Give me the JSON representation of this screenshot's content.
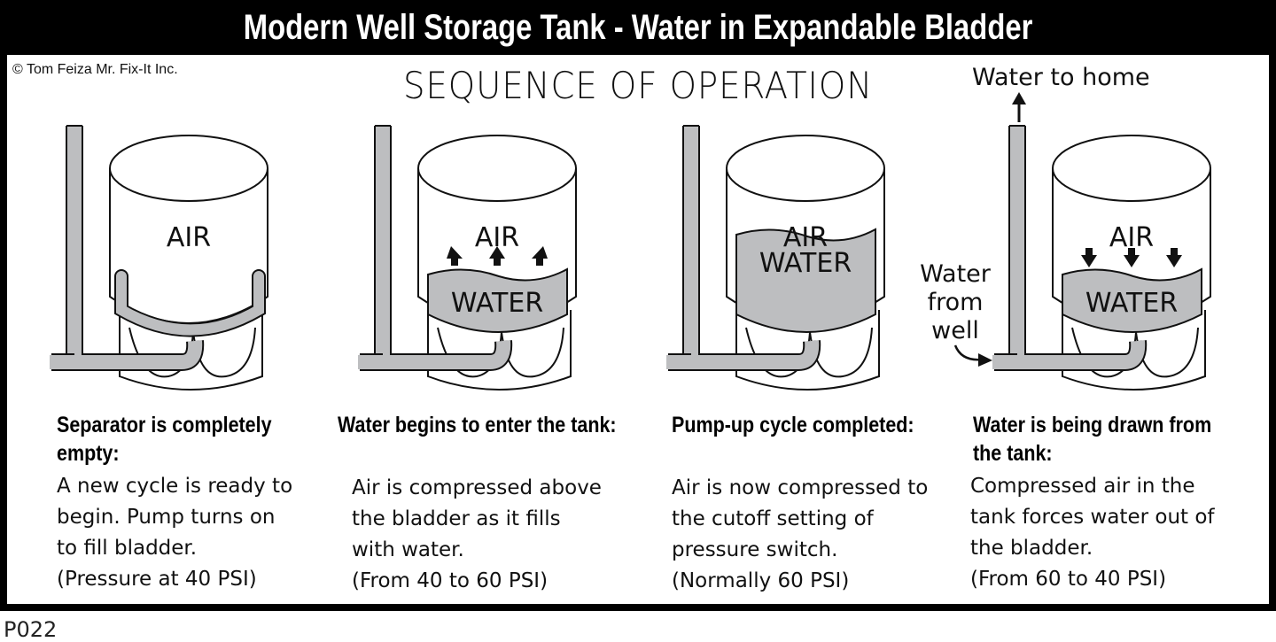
{
  "title": "Modern Well Storage Tank - Water in Expandable Bladder",
  "copyright": "© Tom Feiza Mr. Fix-It Inc.",
  "heading": "SEQUENCE OF OPERATION",
  "labels": {
    "water_to_home": "Water to home",
    "water_from_well": [
      "Water",
      "from",
      "well"
    ]
  },
  "tanks": [
    {
      "air": "AIR",
      "water": "",
      "water_fill": 0,
      "arrows": "none"
    },
    {
      "air": "AIR",
      "water": "WATER",
      "water_fill": 0.4,
      "arrows": "up"
    },
    {
      "air": "AIR",
      "water": "WATER",
      "water_fill": 0.7,
      "arrows": "none"
    },
    {
      "air": "AIR",
      "water": "WATER",
      "water_fill": 0.4,
      "arrows": "down"
    }
  ],
  "steps": [
    {
      "heading": [
        "Separator is completely",
        "empty:"
      ],
      "text": [
        "A new cycle is ready to",
        "begin.  Pump turns on",
        "to fill bladder.",
        "(Pressure at 40 PSI)"
      ]
    },
    {
      "heading": [
        "Water begins to enter the tank:"
      ],
      "text": [
        "Air is compressed above",
        "the bladder as it fills",
        "with water.",
        "(From 40 to 60 PSI)"
      ]
    },
    {
      "heading": [
        "Pump-up cycle completed:"
      ],
      "text": [
        "Air is now compressed to",
        "the cutoff setting of",
        "pressure switch.",
        "(Normally 60 PSI)"
      ]
    },
    {
      "heading": [
        "Water is being drawn from",
        "the tank:"
      ],
      "text": [
        "Compressed air in the",
        "tank forces water out of",
        "the bladder.",
        "(From 60 to 40 PSI)"
      ]
    }
  ],
  "code": "P022"
}
